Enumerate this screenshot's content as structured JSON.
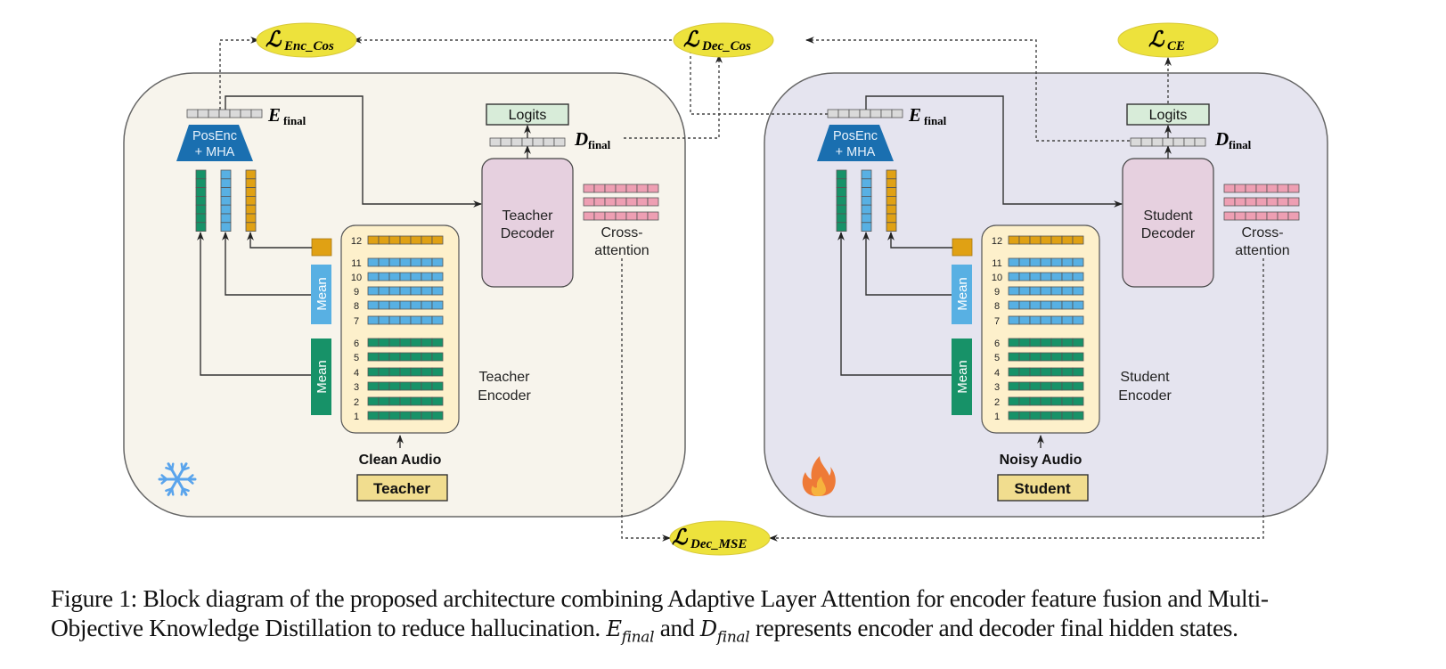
{
  "losses": {
    "enc_cos": {
      "symbol": "ℒ",
      "sub": "Enc_Cos"
    },
    "dec_cos": {
      "symbol": "ℒ",
      "sub": "Dec_Cos"
    },
    "ce": {
      "symbol": "ℒ",
      "sub": "CE"
    },
    "dec_mse": {
      "symbol": "ℒ",
      "sub": "Dec_MSE"
    }
  },
  "teacher": {
    "role_label": "Teacher",
    "input_label": "Clean Audio",
    "encoder_label_line1": "Teacher",
    "encoder_label_line2": "Encoder",
    "decoder_label_line1": "Teacher",
    "decoder_label_line2": "Decoder",
    "status_icon": "snowflake-icon"
  },
  "student": {
    "role_label": "Student",
    "input_label": "Noisy Audio",
    "encoder_label_line1": "Student",
    "encoder_label_line2": "Encoder",
    "decoder_label_line1": "Student",
    "decoder_label_line2": "Decoder",
    "status_icon": "fire-icon"
  },
  "common": {
    "posenc_line1": "PosEnc",
    "posenc_line2": "+ MHA",
    "logits": "Logits",
    "e_final_main": "E",
    "e_final_sub": "final",
    "d_final_main": "D",
    "d_final_sub": "final",
    "cross_line1": "Cross-",
    "cross_line2": "attention",
    "mean_label": "Mean",
    "layers": [
      "12",
      "11",
      "10",
      "9",
      "8",
      "7",
      "6",
      "5",
      "4",
      "3",
      "2",
      "1"
    ]
  },
  "colors": {
    "teacher_bg": "#f7f4ec",
    "student_bg": "#e5e4ef",
    "encoder_bg": "#fdf0cb",
    "decoder_bg": "#e6d0df",
    "posenc": "#1a6fb0",
    "green": "#179268",
    "blue": "#58b0e3",
    "orange": "#e0a114",
    "pink": "#ee9fb3",
    "loss_fill": "#ede23c",
    "logits_bg": "#d8ecd9",
    "role_bg": "#f1dd8f",
    "token_gray": "#dadada"
  },
  "caption": {
    "line1": "Figure 1: Block diagram of the proposed architecture combining Adaptive Layer Attention for encoder feature fusion and Multi-",
    "line2_a": "Objective Knowledge Distillation to reduce hallucination. ",
    "e_main": "E",
    "e_sub": "final",
    "mid": " and ",
    "d_main": "D",
    "d_sub": "final",
    "line2_b": " represents encoder and decoder final hidden states."
  }
}
